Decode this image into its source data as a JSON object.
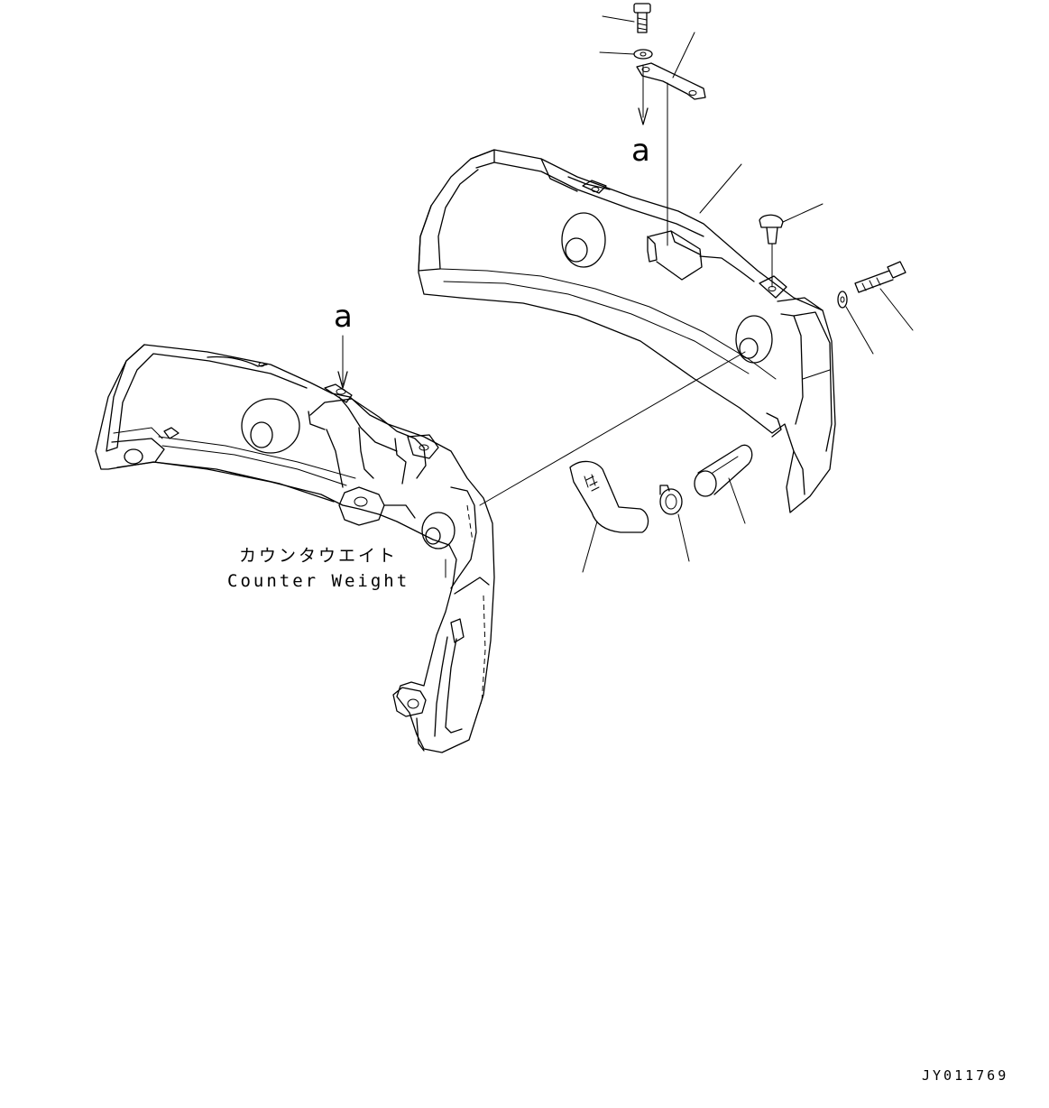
{
  "labels": {
    "counterweight_jp": "カウンタウエイト",
    "counterweight_en": "Counter Weight",
    "view_marker_top": "a",
    "view_marker_left": "a",
    "drawing_code": "JY011769"
  },
  "icons": [
    "bolt-icon",
    "washer-icon",
    "bracket-icon",
    "cover-icon",
    "hose-icon",
    "clamp-icon",
    "pipe-icon",
    "counterweight-icon"
  ]
}
